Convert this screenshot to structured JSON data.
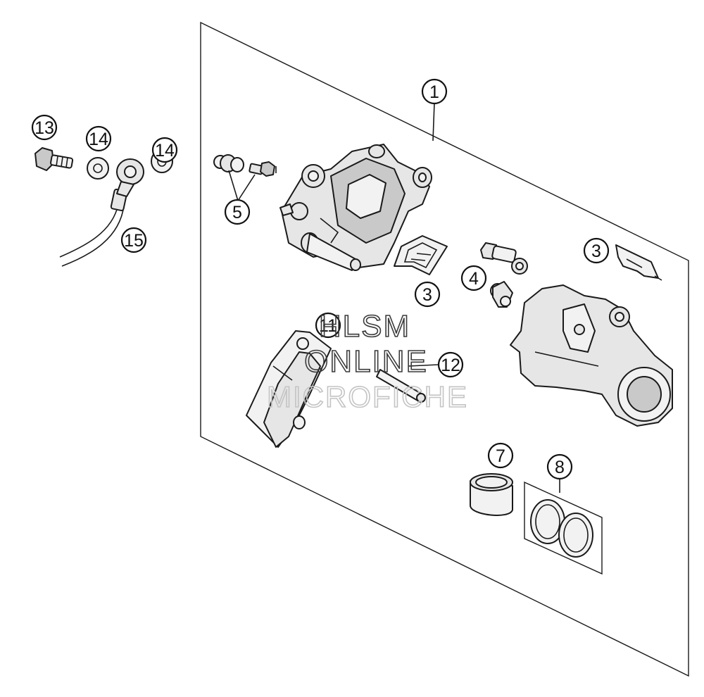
{
  "diagram": {
    "callouts": {
      "c1": "1",
      "c3a": "3",
      "c3b": "3",
      "c4": "4",
      "c5": "5",
      "c7": "7",
      "c8": "8",
      "c11": "11",
      "c12": "12",
      "c13": "13",
      "c14a": "14",
      "c14b": "14",
      "c15": "15"
    },
    "watermark": {
      "line1": "HLSM",
      "line2": "ONLINE",
      "line3": "MICROFICHE"
    }
  }
}
